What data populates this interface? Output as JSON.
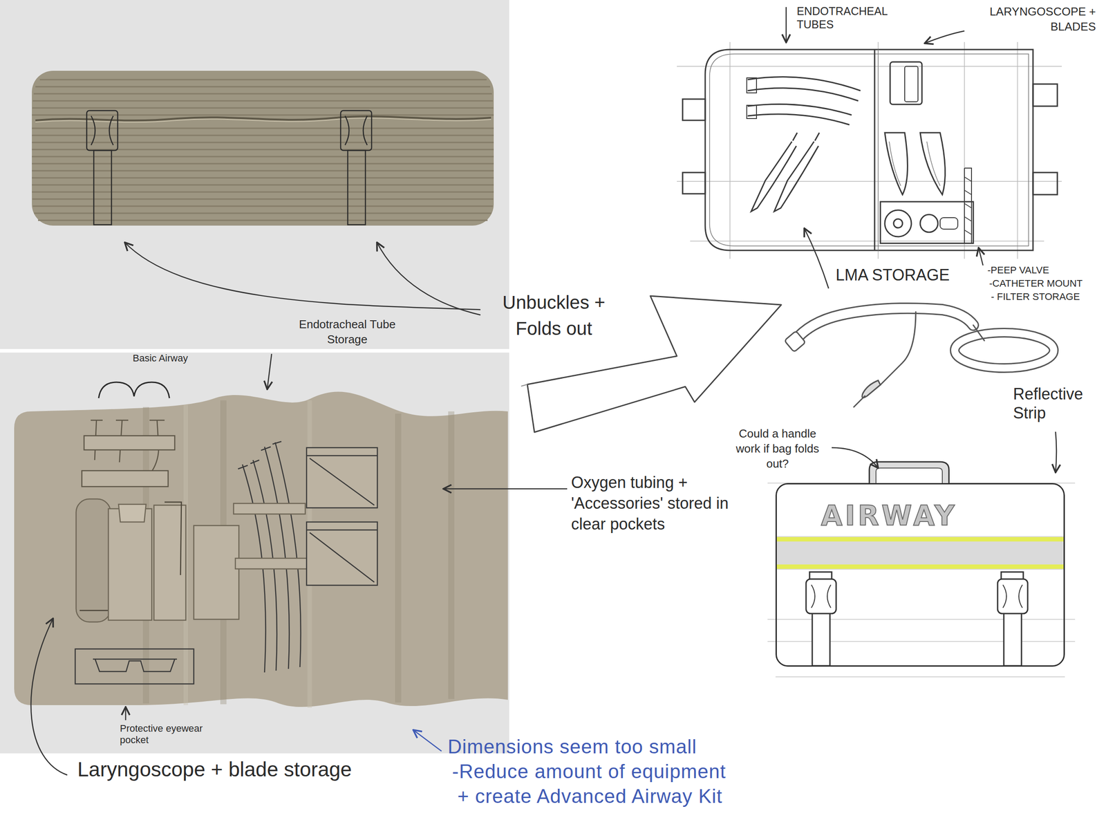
{
  "diagram": {
    "nodes": [
      {
        "text": [
          "AIRWAY"
        ]
      }
    ],
    "labels": [
      "Unbuckles + Folds out",
      "Endotracheal Tube Storage",
      "Basic Airway",
      "Oxygen tubing + 'Accessories' stored in clear pockets",
      "Protective eyewear pocket",
      "Laryngoscope + blade storage",
      "Dimensions seem too small",
      "-Reduce amount of equipment",
      "+ create Advanced Airway Kit",
      "ENDOTRACHEAL TUBES",
      "LARYNGOSCOPE + BLADES",
      "LMA STORAGE",
      "-PEEP VALVE",
      "-CATHETER MOUNT",
      "- FILTER STORAGE",
      "Could a handle work if bag folds out?",
      "Reflective Strip"
    ]
  }
}
